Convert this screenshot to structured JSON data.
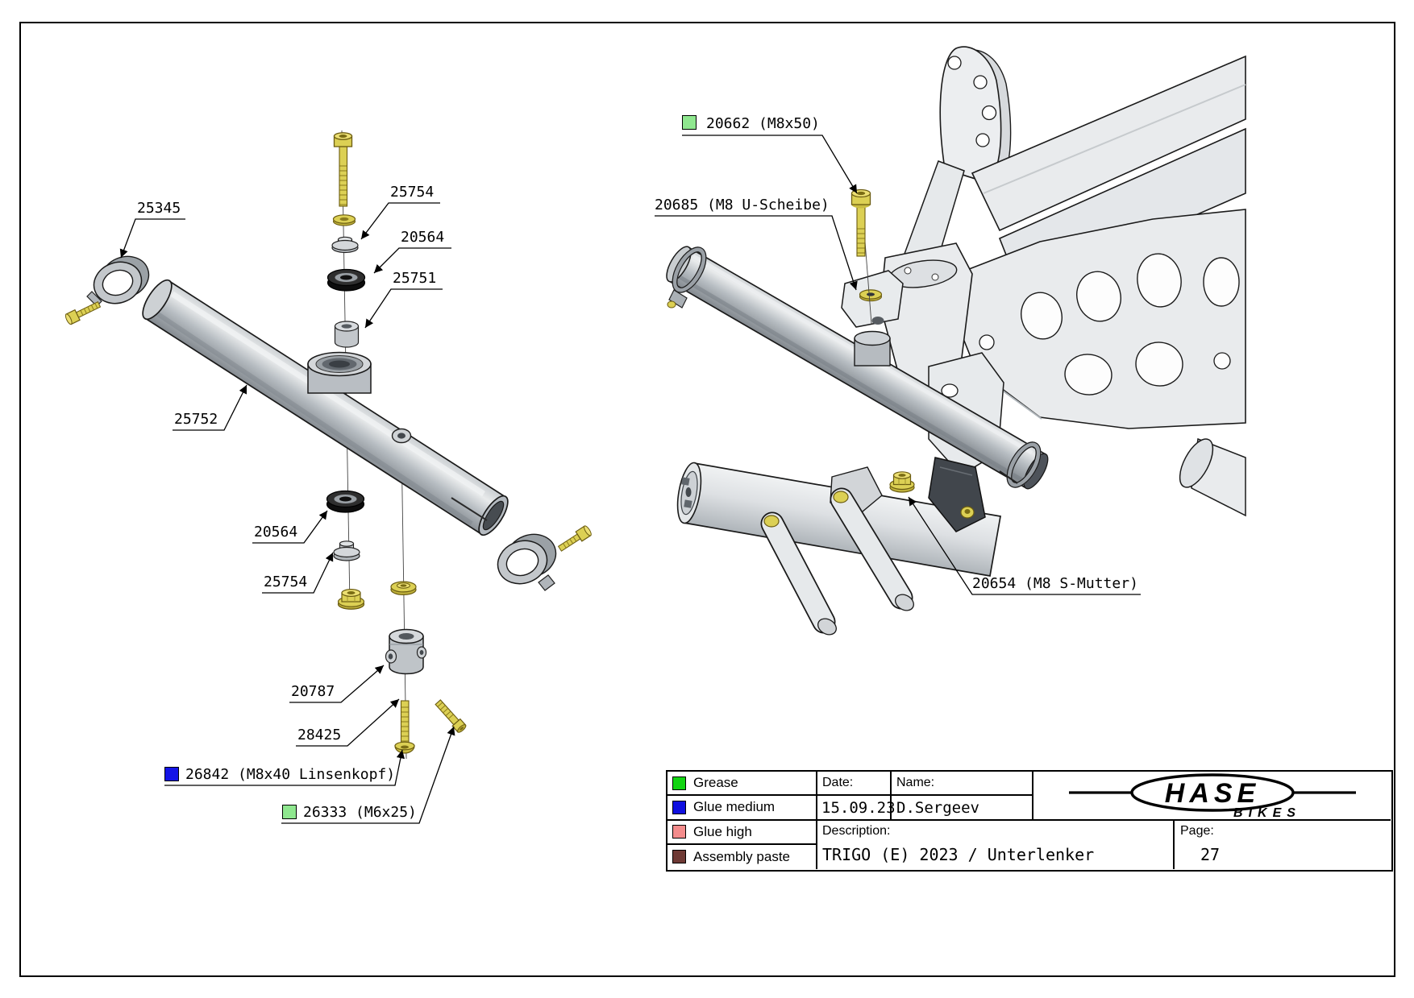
{
  "drawing": {
    "exploded_view_labels": {
      "clamp": "25345",
      "washer_top": "25754",
      "bearing_top": "20564",
      "spacer": "25751",
      "tube": "25752",
      "bearing_bottom": "20564",
      "washer_bottom": "25754",
      "pivot_body": "20787",
      "bushing": "28425",
      "bolt_blue": "26842 (M8x40 Linsenkopf)",
      "bolt_green": "26333 (M6x25)"
    },
    "assembled_view_labels": {
      "bolt": "20662 (M8x50)",
      "washer": "20685 (M8 U-Scheibe)",
      "nut": "20654 (M8 S-Mutter)"
    },
    "markers": {
      "green": "#8FE78F",
      "blue": "#1414E6"
    }
  },
  "title_block": {
    "legend": [
      {
        "label": "Grease",
        "color": "#12D412"
      },
      {
        "label": "Glue medium",
        "color": "#1010E0"
      },
      {
        "label": "Glue high",
        "color": "#F48C8C"
      },
      {
        "label": "Assembly paste",
        "color": "#6F3A35"
      }
    ],
    "date_label": "Date:",
    "date_value": "15.09.23",
    "name_label": "Name:",
    "name_value": "D.Sergeev",
    "description_label": "Description:",
    "description_value": "TRIGO (E) 2023 / Unterlenker",
    "page_label": "Page:",
    "page_value": "27",
    "logo_main": "HASE",
    "logo_sub": "BIKES"
  }
}
